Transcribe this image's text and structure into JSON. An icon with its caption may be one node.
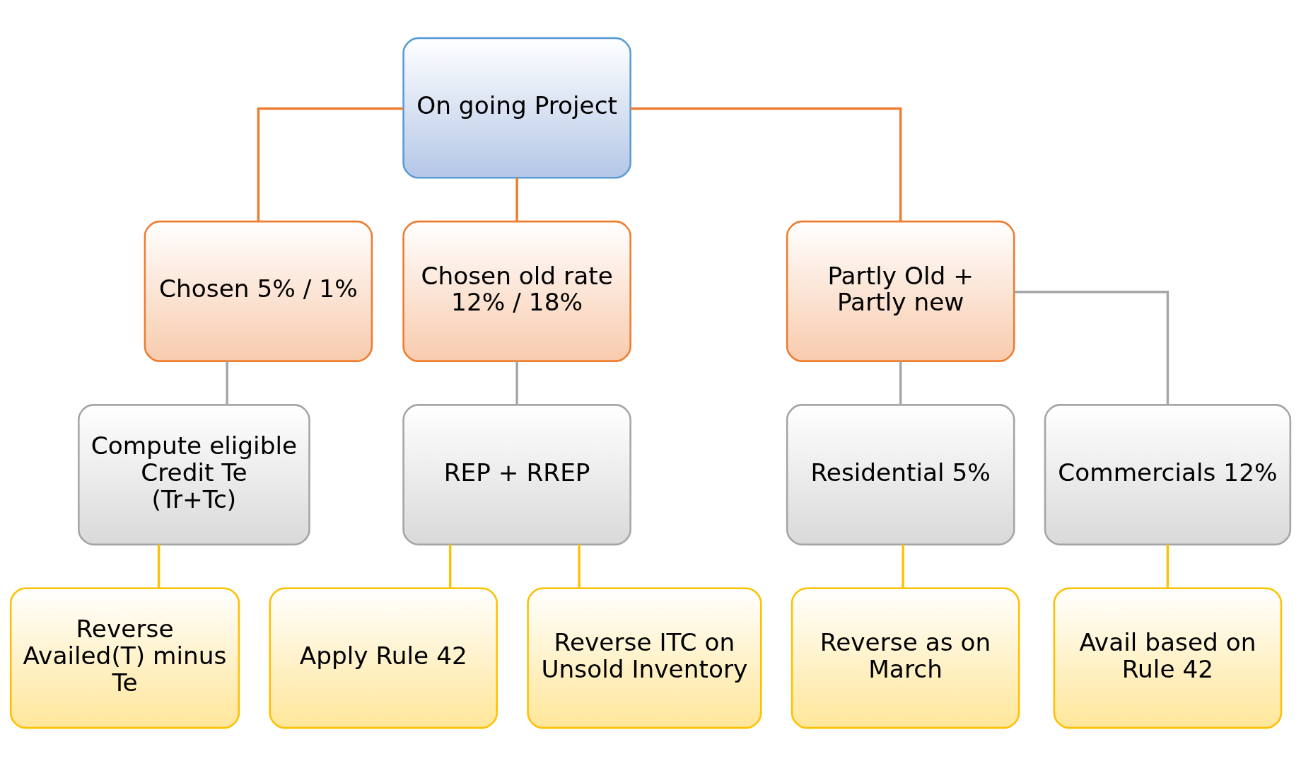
{
  "diagram": {
    "nodes": [
      {
        "text": [
          "On going Project"
        ]
      },
      {
        "text": [
          "Chosen 5% / 1%"
        ]
      },
      {
        "text": [
          "Chosen old rate 12% / 18%"
        ]
      },
      {
        "text": [
          "Partly Old + Partly new"
        ]
      },
      {
        "text": [
          "Compute eligible Credit Te (Tr+Tc)"
        ]
      },
      {
        "text": [
          "REP + RREP"
        ]
      },
      {
        "text": [
          "Residential 5%"
        ]
      },
      {
        "text": [
          "Commercials 12%"
        ]
      },
      {
        "text": [
          "Reverse Availed(T) minus Te"
        ]
      },
      {
        "text": [
          "Apply Rule 42"
        ]
      },
      {
        "text": [
          "Reverse ITC on Unsold Inventory"
        ]
      },
      {
        "text": [
          "Reverse as on March"
        ]
      },
      {
        "text": [
          "Avail based on Rule 42"
        ]
      }
    ],
    "edges": [
      {
        "from": 0,
        "to": 1,
        "arrow": "none",
        "color": "#ed7d31"
      },
      {
        "from": 0,
        "to": 2,
        "arrow": "none",
        "color": "#ed7d31"
      },
      {
        "from": 0,
        "to": 3,
        "arrow": "none",
        "color": "#ed7d31"
      },
      {
        "from": 1,
        "to": 4,
        "arrow": "none",
        "color": "#a5a5a5"
      },
      {
        "from": 2,
        "to": 5,
        "arrow": "none",
        "color": "#a5a5a5"
      },
      {
        "from": 3,
        "to": 6,
        "arrow": "none",
        "color": "#a5a5a5"
      },
      {
        "from": 3,
        "to": 7,
        "arrow": "none",
        "color": "#a5a5a5"
      },
      {
        "from": 4,
        "to": 8,
        "arrow": "none"
      },
      {
        "from": 5,
        "to": 9,
        "arrow": "none"
      },
      {
        "from": 5,
        "to": 10,
        "arrow": "none"
      },
      {
        "from": 6,
        "to": 11,
        "arrow": "none"
      },
      {
        "from": 7,
        "to": 12,
        "arrow": "none"
      }
    ]
  }
}
